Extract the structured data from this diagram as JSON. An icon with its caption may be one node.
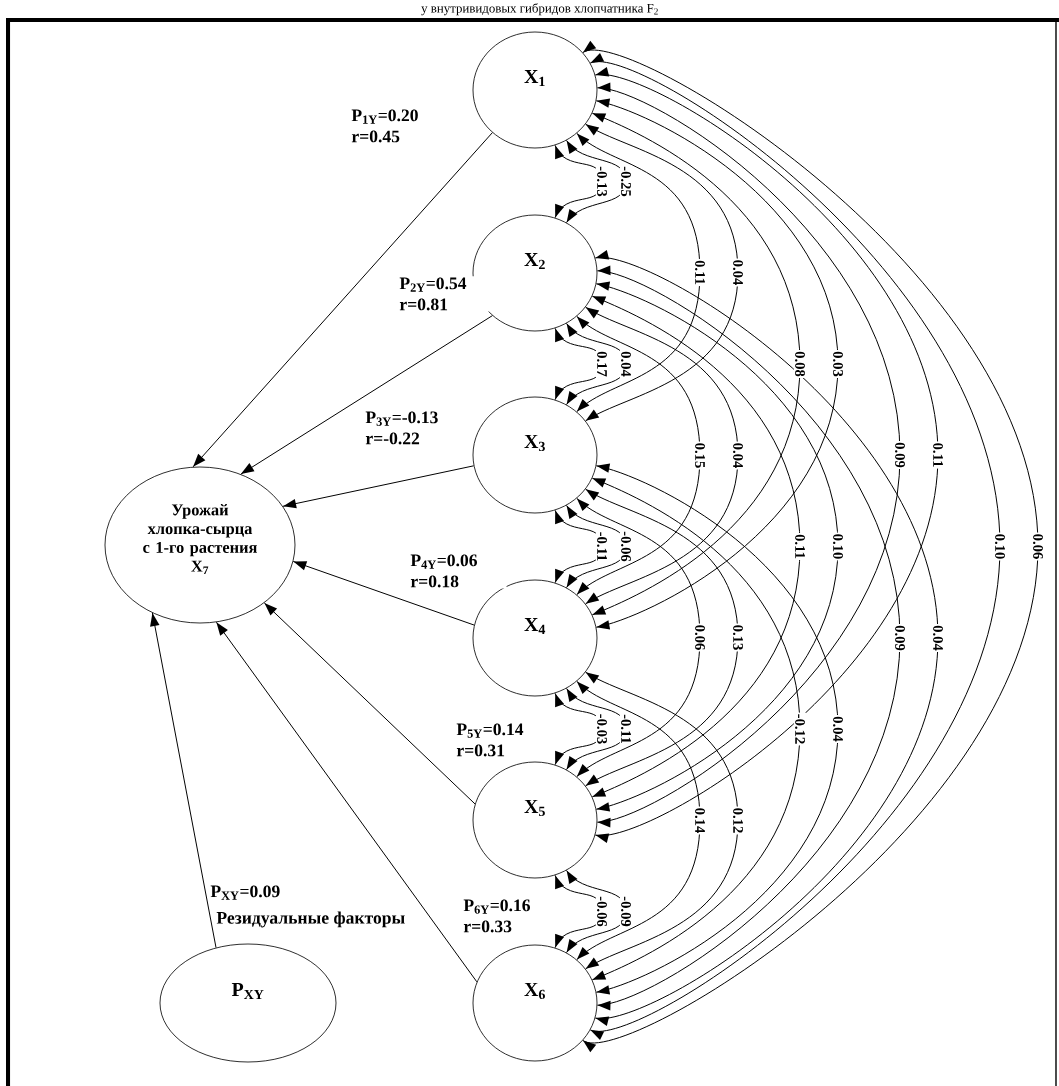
{
  "diagram": {
    "title": "у внутривидовых гибридов хлопчатника F$_{2}$",
    "nodes": [
      {
        "text": [
          "X$_{1}$"
        ]
      },
      {
        "text": [
          "X$_{2}$"
        ]
      },
      {
        "text": [
          "X$_{3}$"
        ]
      },
      {
        "text": [
          "X$_{4}$"
        ]
      },
      {
        "text": [
          "X$_{5}$"
        ]
      },
      {
        "text": [
          "X$_{6}$"
        ]
      },
      {
        "text": [
          "Урожай хлопка-сырца с 1-го растения",
          "X$_{7}$"
        ]
      },
      {
        "text": [
          "P$_{XY}$"
        ]
      }
    ],
    "edges": [
      {
        "from": 0,
        "to": 6,
        "arrow": "to",
        "label": "P$_{1Y}$=0.20 r=0.45"
      },
      {
        "from": 1,
        "to": 6,
        "arrow": "to",
        "label": "P$_{2Y}$=0.54 r=0.81"
      },
      {
        "from": 2,
        "to": 6,
        "arrow": "to",
        "label": "P$_{3Y}$=-0.13 r=-0.22"
      },
      {
        "from": 3,
        "to": 6,
        "arrow": "to",
        "label": "P$_{4Y}$=0.06 r=0.18"
      },
      {
        "from": 4,
        "to": 6,
        "arrow": "to",
        "label": "P$_{5Y}$=0.14 r=0.31"
      },
      {
        "from": 5,
        "to": 6,
        "arrow": "to",
        "label": "P$_{6Y}$=0.16 r=0.33"
      },
      {
        "from": 7,
        "to": 6,
        "arrow": "to",
        "label": "P$_{XY}$=0.09"
      },
      {
        "from": 0,
        "to": 1,
        "arrow": "both",
        "label": "-0.13"
      },
      {
        "from": 0,
        "to": 1,
        "arrow": "both",
        "label": "-0.25"
      },
      {
        "from": 1,
        "to": 2,
        "arrow": "both",
        "label": "0.17"
      },
      {
        "from": 1,
        "to": 2,
        "arrow": "both",
        "label": "0.04"
      },
      {
        "from": 2,
        "to": 3,
        "arrow": "both",
        "label": "-0.11"
      },
      {
        "from": 2,
        "to": 3,
        "arrow": "both",
        "label": "-0.06"
      },
      {
        "from": 3,
        "to": 4,
        "arrow": "both",
        "label": "-0.03"
      },
      {
        "from": 3,
        "to": 4,
        "arrow": "both",
        "label": "-0.11"
      },
      {
        "from": 4,
        "to": 5,
        "arrow": "both",
        "label": "-0.06"
      },
      {
        "from": 4,
        "to": 5,
        "arrow": "both",
        "label": "-0.09"
      },
      {
        "from": 0,
        "to": 2,
        "arrow": "both",
        "label": "0.11"
      },
      {
        "from": 0,
        "to": 2,
        "arrow": "both",
        "label": "0.04"
      },
      {
        "from": 0,
        "to": 3,
        "arrow": "both",
        "label": "0.08"
      },
      {
        "from": 0,
        "to": 3,
        "arrow": "both",
        "label": "0.03"
      },
      {
        "from": 0,
        "to": 4,
        "arrow": "both",
        "label": "0.09"
      },
      {
        "from": 0,
        "to": 4,
        "arrow": "both",
        "label": "0.11"
      },
      {
        "from": 0,
        "to": 5,
        "arrow": "both",
        "label": "0.10"
      },
      {
        "from": 0,
        "to": 5,
        "arrow": "both",
        "label": "0.06"
      },
      {
        "from": 1,
        "to": 3,
        "arrow": "both",
        "label": "0.15"
      },
      {
        "from": 1,
        "to": 3,
        "arrow": "both",
        "label": "0.04"
      },
      {
        "from": 1,
        "to": 4,
        "arrow": "both",
        "label": "0.11"
      },
      {
        "from": 1,
        "to": 4,
        "arrow": "both",
        "label": "0.10"
      },
      {
        "from": 1,
        "to": 5,
        "arrow": "both",
        "label": "0.09"
      },
      {
        "from": 1,
        "to": 5,
        "arrow": "both",
        "label": "0.04"
      },
      {
        "from": 2,
        "to": 4,
        "arrow": "both",
        "label": "0.06"
      },
      {
        "from": 2,
        "to": 4,
        "arrow": "both",
        "label": "0.13"
      },
      {
        "from": 2,
        "to": 5,
        "arrow": "both",
        "label": "-0.12"
      },
      {
        "from": 2,
        "to": 5,
        "arrow": "both",
        "label": "0.04"
      },
      {
        "from": 3,
        "to": 5,
        "arrow": "both",
        "label": "0.14"
      },
      {
        "from": 3,
        "to": 5,
        "arrow": "both",
        "label": "0.12"
      }
    ],
    "labels": [
      "Резидуальные факторы"
    ]
  }
}
